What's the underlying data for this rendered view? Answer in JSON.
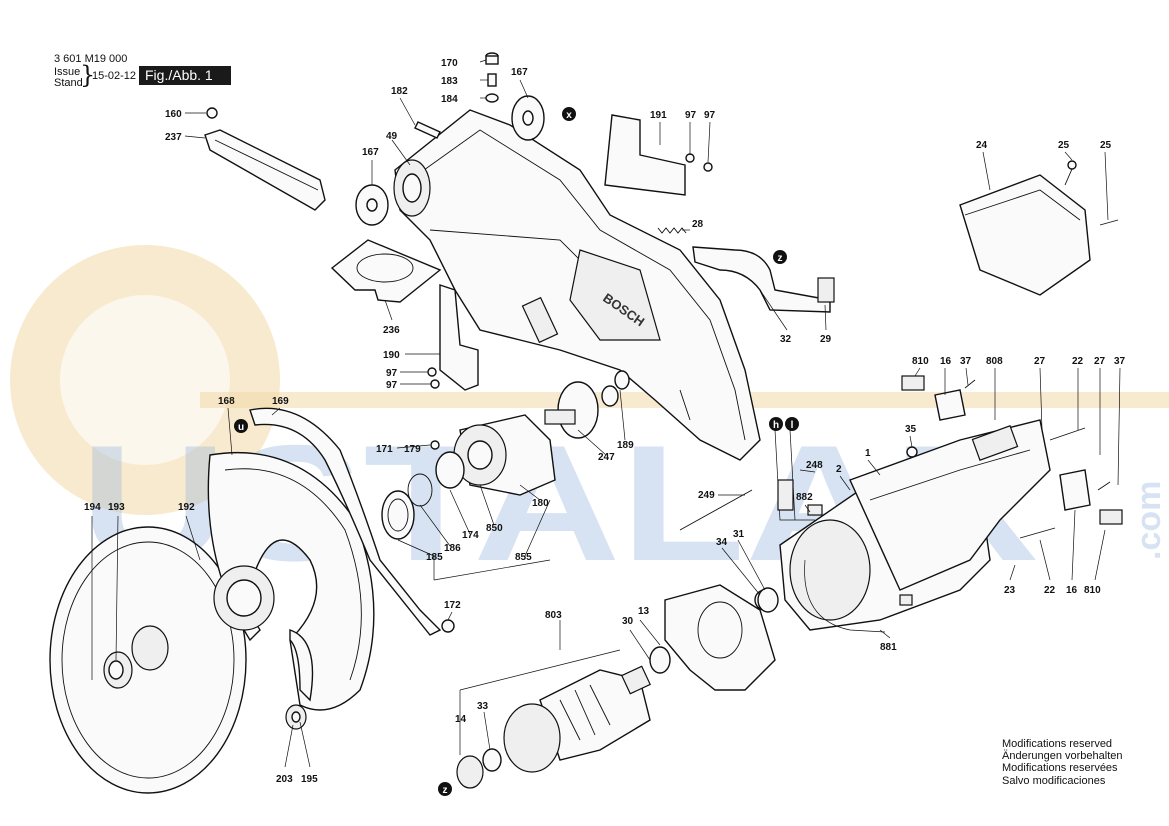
{
  "header": {
    "part_number": "3 601 M19 000",
    "issue_label": "Issue",
    "stand_label": "Stand",
    "issue_date": "15-02-12",
    "figure_label": "Fig./Abb. 1"
  },
  "notes": [
    "Modifications reserved",
    "Änderungen vorbehalten",
    "Modifications reservées",
    "Salvo modificaciones"
  ],
  "watermark": {
    "text": "USTALAR",
    "suffix": ".com"
  },
  "callouts": {
    "c170": "170",
    "c183": "183",
    "c184": "184",
    "c167a": "167",
    "c182": "182",
    "c160": "160",
    "c237": "237",
    "c49": "49",
    "c167b": "167",
    "c191": "191",
    "c97a": "97",
    "c97b": "97",
    "c28": "28",
    "c24": "24",
    "c25a": "25",
    "c25b": "25",
    "c32": "32",
    "c29": "29",
    "c236": "236",
    "c190": "190",
    "c97c": "97",
    "c97d": "97",
    "c810a": "810",
    "c16a": "16",
    "c37a": "37",
    "c808": "808",
    "c27a": "27",
    "c22a": "22",
    "c27b": "27",
    "c37b": "37",
    "c168": "168",
    "c169": "169",
    "c171": "171",
    "c179": "179",
    "c189": "189",
    "c247": "247",
    "c180": "180",
    "c850": "850",
    "c174": "174",
    "c855": "855",
    "c186": "186",
    "c185": "185",
    "c194": "194",
    "c193": "193",
    "c192": "192",
    "c172": "172",
    "c249": "249",
    "c248": "248",
    "c882": "882",
    "c2": "2",
    "c1": "1",
    "c35": "35",
    "c34": "34",
    "c31": "31",
    "c23": "23",
    "c22b": "22",
    "c16b": "16",
    "c810b": "810",
    "c881": "881",
    "c803": "803",
    "c30": "30",
    "c13": "13",
    "c14": "14",
    "c33": "33",
    "c203": "203",
    "c195": "195"
  },
  "markers": {
    "x": "x",
    "z1": "z",
    "u": "u",
    "h": "h",
    "l": "l",
    "z2": "z"
  }
}
